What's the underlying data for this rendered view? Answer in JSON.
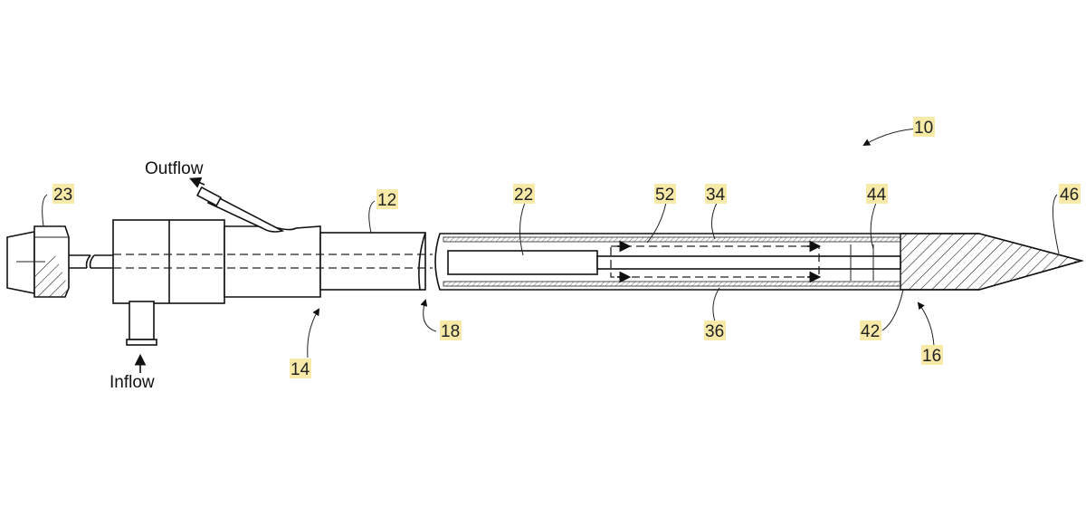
{
  "figure": {
    "reference_numerals": {
      "device": "10",
      "shaft": "12",
      "handle": "14",
      "distal_end": "16",
      "seal": "18",
      "element_22": "22",
      "connector": "23",
      "layer_34": "34",
      "layer_36": "36",
      "element_42": "42",
      "element_44": "44",
      "tip": "46",
      "element_52": "52"
    },
    "flow_labels": {
      "outflow": "Outflow",
      "inflow": "Inflow"
    },
    "colors": {
      "label_highlight": "#f7e9a8",
      "line": "#111111"
    }
  }
}
